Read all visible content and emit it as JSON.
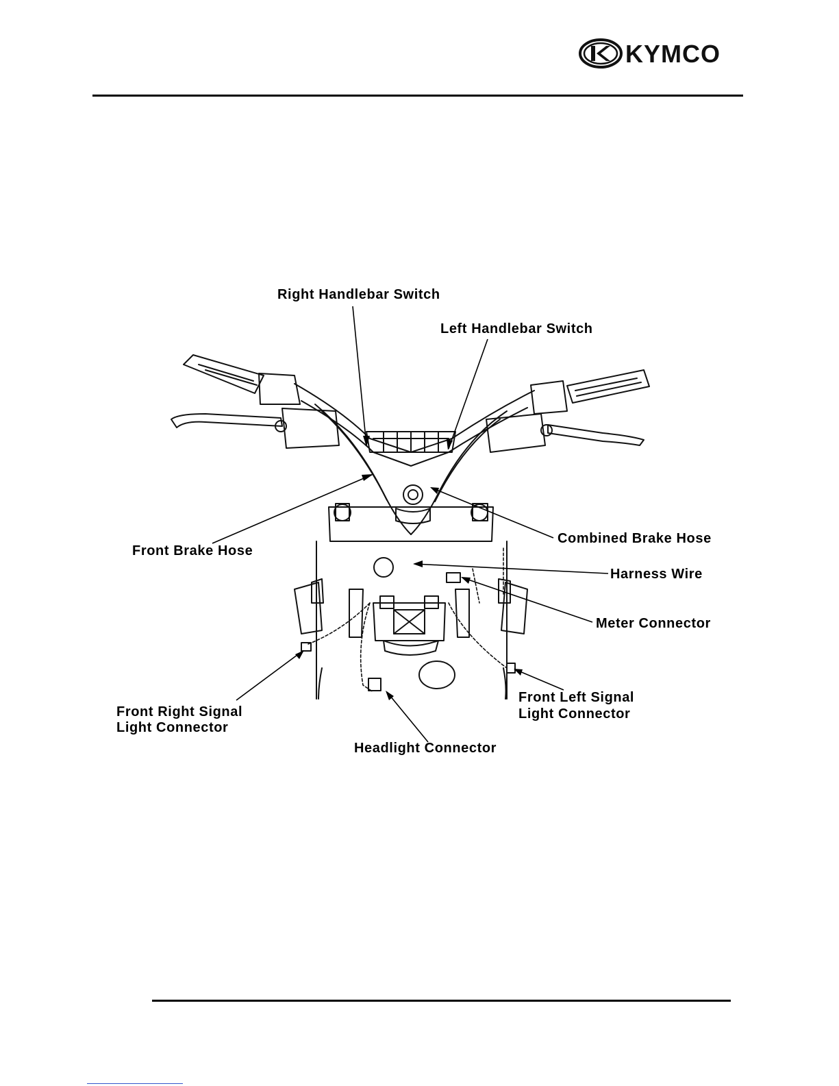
{
  "brand": {
    "name": "KYMCO"
  },
  "labels": {
    "right_handlebar_switch": "Right Handlebar Switch",
    "left_handlebar_switch": "Left Handlebar Switch",
    "front_brake_hose": "Front Brake Hose",
    "combined_brake_hose": "Combined Brake Hose",
    "harness_wire": "Harness Wire",
    "meter_connector": "Meter Connector",
    "front_right_signal_l1": "Front Right Signal",
    "front_right_signal_l2": "Light Connector",
    "front_left_signal_l1": "Front Left Signal",
    "front_left_signal_l2": "Light Connector",
    "headlight_connector": "Headlight Connector"
  }
}
